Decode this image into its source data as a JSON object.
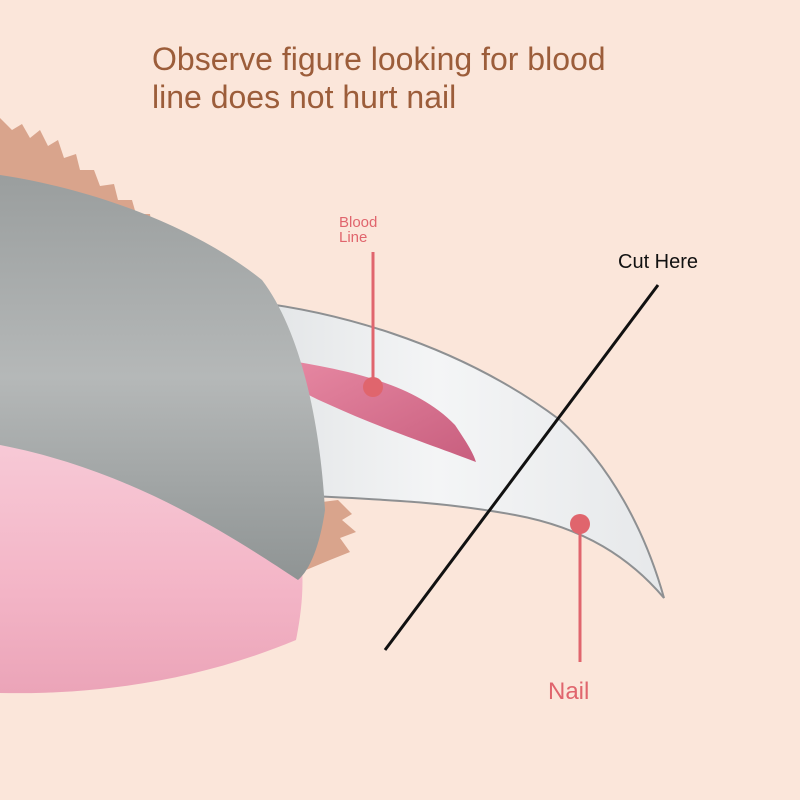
{
  "title": {
    "line1": "Observe figure looking for blood",
    "line2": "line does not hurt nail"
  },
  "labels": {
    "blood_line_1": "Blood",
    "blood_line_2": "Line",
    "cut_here": "Cut Here",
    "nail": "Nail"
  },
  "colors": {
    "background": "#fbe6da",
    "title_text": "#9c5d3a",
    "fur": "#d9a48c",
    "band": "#a7abab",
    "paw_pink": "#f2b9cb",
    "quick": "#d6708e",
    "nail": "#eef0f1",
    "callout": "#e0656d",
    "cut_line": "#111111"
  }
}
